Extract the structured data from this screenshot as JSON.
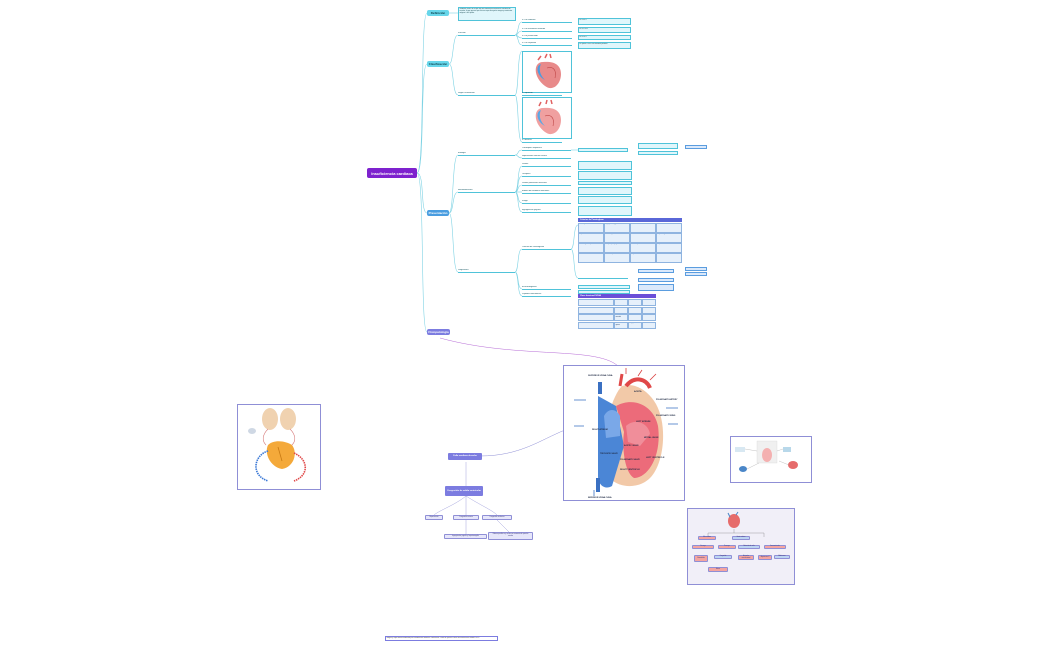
{
  "root": {
    "title": "Insuficiencia cardiaca"
  },
  "branches": {
    "definicion": "Definición",
    "clasificacion": "Clasificación",
    "presentacion": "Presentación",
    "fisiopatologia": "Fisiopatología"
  },
  "definicion_text": "Síndrome clínico en el que hay una alteración estructural o funcional del corazón, lo que provoca que no sea capaz de eyectar sangre y suministrar oxígeno a los tejidos.",
  "clasificacion": {
    "fraccion": "Fracción",
    "items": [
      "IC FE reducida",
      "IC FE levemente reducida",
      "IC FE preservada",
      "IC FE mejorada"
    ],
    "descriptions": [
      "FE ≤ 40%",
      "FE 41–49%",
      "FE ≥ 50%",
      "FE previa ≤ 40% con aumento posterior"
    ],
    "anatomica": "Según localización",
    "img_left": "IC izquierda",
    "img_right": "IC derecha"
  },
  "presentacion": {
    "etiologia": "Etiología",
    "clinica": "Manifestaciones",
    "diagnostico": "Diagnóstico",
    "etiologia_items": [
      "Cardiopatía isquémica",
      "Hipertensión arterial crónica"
    ],
    "clinica_items": [
      "Disnea",
      "Ortopnea",
      "Disnea paroxística nocturna",
      "Edema de miembros inferiores",
      "Fatiga",
      "Ingurgitación yugular"
    ],
    "dx_items": [
      "Criterios de Framingham",
      "Ecocardiograma",
      "Péptidos natriuréticos"
    ]
  },
  "criterios_table": {
    "title": "Criterios de Framingham",
    "rows": [
      [
        "Disnea paroxística",
        "Ingurgitación yugular",
        "Edema maleolar",
        "Tos nocturna"
      ],
      [
        "Crepitantes",
        "Cardiomegalia",
        "Disnea de esfuerzo",
        "Hepatomegalia"
      ],
      [
        "Edema agudo de pulmón",
        "Reflujo hepatoyugular",
        "Derrame pleural",
        "Taquicardia"
      ],
      [
        "Tercer ruido",
        "Pérdida de peso",
        "Capacidad vital",
        "Frecuencia"
      ]
    ]
  },
  "clase_table": {
    "title": "Clase funcional NYHA",
    "rows": [
      [
        "Clase I",
        "Sin limitación",
        "Leve",
        "—"
      ],
      [
        "Clase II",
        "Limitación leve",
        "Moderada",
        "—"
      ],
      [
        "Clase III",
        "Limitación marcada",
        "Grave",
        "—"
      ],
      [
        "Clase IV",
        "Síntomas en reposo",
        "Muy grave",
        "—"
      ]
    ]
  },
  "heart_labels": {
    "superior": "SUPERIOR VENA CAVA",
    "aorta": "AORTA",
    "pulm_artery": "PULMONARY ARTERY",
    "pulm_veins": "PULMONARY VEINS",
    "left_atrium": "LEFT ATRIUM",
    "right_atrium": "RIGHT ATRIUM",
    "mitral": "MITRAL VALVE",
    "aortic": "AORTIC VALVE",
    "tricuspid": "TRICUSPID VALVE",
    "pulmonary": "PULMONARY VALVE",
    "left_ventricle": "LEFT VENTRICLE",
    "right_ventricle": "RIGHT VENTRICLE",
    "inferior": "INFERIOR VENA CAVA"
  },
  "fisio": {
    "main": "Falla cardiaca derecha",
    "sub": "Congestión de salida ventricular",
    "children": [
      "Hipertensión",
      "Congestión venosa",
      "Congestión sistémica"
    ],
    "grandchildren": [
      "Ingurgitación yugular y hepatomegalia",
      "Edema periférico y ascitis por aumento de presión venosa"
    ]
  },
  "flow": {
    "nodes": [
      "Falla cardiaca",
      "Gasto cardiaco",
      "Precarga",
      "Poscarga",
      "Retención de sodio",
      "Vasoconstricción",
      "Remodelado",
      "Congestión",
      "Activación neurohormonal",
      "Angiotensina II",
      "Aldosterona",
      "Edema"
    ]
  },
  "caption": "Imagen y mapa mental elaborado por estudiante de medicina. Referencias: Guías de práctica clínica de insuficiencia cardiaca 2021.",
  "colors": {
    "root": "#7e22ce",
    "teal": "#67d6ea",
    "blue": "#4a9de0",
    "purple": "#7c7ce0"
  }
}
